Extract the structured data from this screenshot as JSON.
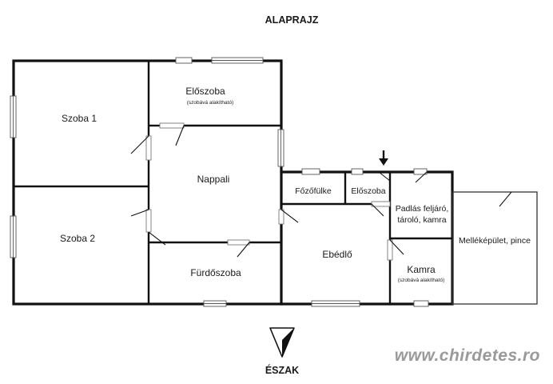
{
  "title": "ALAPRAJZ",
  "compass": {
    "label": "ÉSZAK",
    "icon": "north-arrow-icon"
  },
  "watermark": "www.chirdetes.ro",
  "rooms": {
    "eloszoba_top": {
      "name": "Előszoba",
      "note": "(szobává alakítható)"
    },
    "szoba1": {
      "name": "Szoba 1"
    },
    "szoba2": {
      "name": "Szoba 2"
    },
    "nappali": {
      "name": "Nappali"
    },
    "furdoszoba": {
      "name": "Fürdőszoba"
    },
    "fozofulke": {
      "name": "Főzőfülke"
    },
    "eloszoba_small": {
      "name": "Előszoba"
    },
    "padlas": {
      "line1": "Padlás feljáró,",
      "line2": "tároló, kamra"
    },
    "ebedlo": {
      "name": "Ebédlő"
    },
    "kamra": {
      "name": "Kamra",
      "note": "(szobává alakítható)"
    },
    "mellekepulet": {
      "name": "Melléképület, pince"
    }
  },
  "entrance_marker": {
    "icon": "entrance-arrow-icon"
  }
}
